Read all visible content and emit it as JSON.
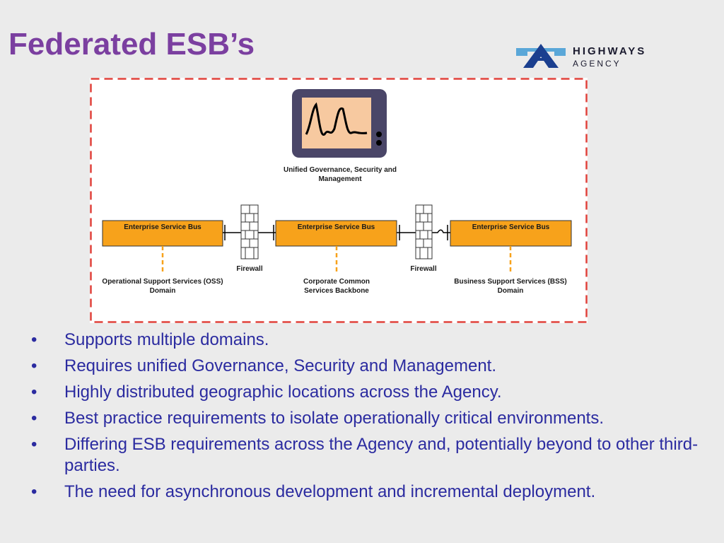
{
  "slide": {
    "title": "Federated ESB’s"
  },
  "logo": {
    "name": "HIGHWAYS",
    "sub": "AGENCY",
    "colors": {
      "light": "#5aa7d8",
      "dark": "#1b3f8f"
    }
  },
  "diagram": {
    "monitor_caption": "Unified Governance, Security and Management",
    "esb_boxes": [
      {
        "label": "Enterprise Service Bus",
        "caption": "Operational Support Services (OSS) Domain"
      },
      {
        "label": "Enterprise Service Bus",
        "caption": "Corporate Common Services Backbone"
      },
      {
        "label": "Enterprise Service Bus",
        "caption": "Business Support Services (BSS) Domain"
      }
    ],
    "firewalls": [
      {
        "label": "Firewall"
      },
      {
        "label": "Firewall"
      }
    ],
    "colors": {
      "esb": "#f7a21b",
      "border_dash": "#e0413a",
      "monitor_frame": "#4a4668",
      "screen": "#f7c9a0"
    }
  },
  "bullets": [
    "Supports multiple domains.",
    "Requires unified Governance, Security and Management.",
    "Highly distributed geographic locations across the Agency.",
    "Best practice requirements to isolate operationally critical environments.",
    "Differing ESB requirements across the Agency and, potentially beyond to other third-parties.",
    "The need for asynchronous development and incremental deployment."
  ]
}
